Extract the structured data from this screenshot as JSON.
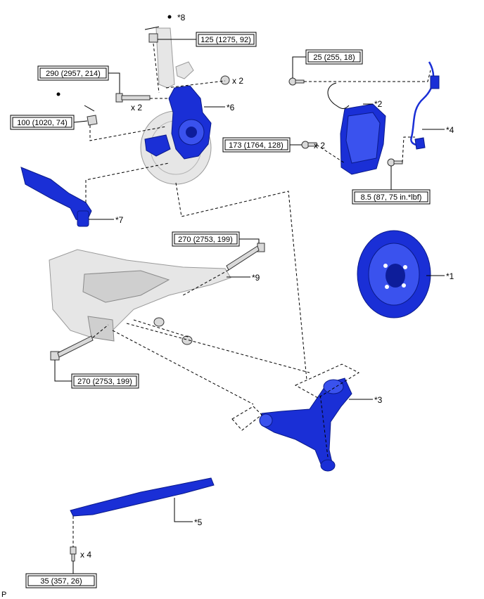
{
  "torque_specs": {
    "t1": "125 (1275, 92)",
    "t2": "290 (2957, 214)",
    "t3": "100 (1020, 74)",
    "t4": "25 (255, 18)",
    "t5": "173 (1764, 128)",
    "t6": "8.5 (87, 75 in.*lbf)",
    "t7": "270 (2753, 199)",
    "t8": "270 (2753, 199)",
    "t9": "35 (357, 26)"
  },
  "callouts": {
    "c1": "*1",
    "c2": "*2",
    "c3": "*3",
    "c4": "*4",
    "c5": "*5",
    "c6": "*6",
    "c7": "*7",
    "c8": "*8",
    "c9": "*9"
  },
  "quantities": {
    "q1": "x 2",
    "q2": "x 2",
    "q3": "x 2",
    "q4": "x 4"
  },
  "corner_mark": "P",
  "colors": {
    "highlight_part": "#1a2fd6",
    "context_part": "#e6e6e6"
  }
}
